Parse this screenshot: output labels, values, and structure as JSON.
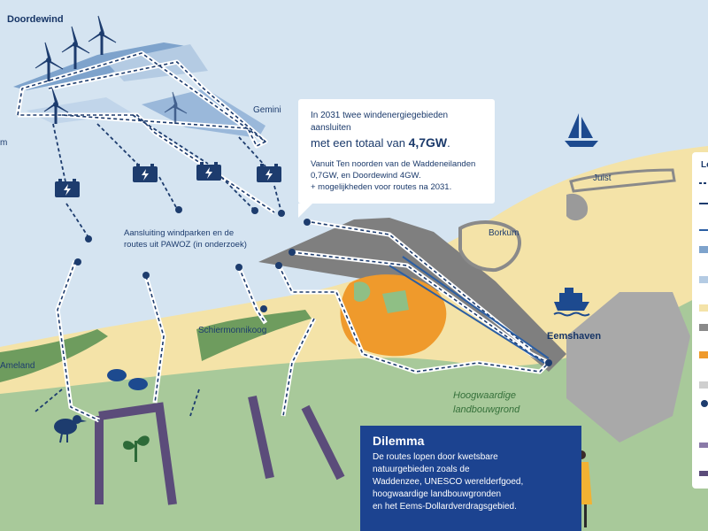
{
  "labels": {
    "doordewind": "Doordewind",
    "gemini": "Gemini",
    "left_edge": "m",
    "juist": "Juist",
    "borkum": "Borkum",
    "eemshaven": "Eemshaven",
    "schiermonnikoog": "Schiermonnikoog",
    "ameland": "Ameland",
    "hoogwaardige": "Hoogwaardige",
    "landbouwgrond": "landbouwgrond",
    "aansluiting_line1": "Aansluiting windparken en de",
    "aansluiting_line2": "routes uit PAWOZ (in onderzoek)"
  },
  "info_box": {
    "line1": "In 2031 twee windenergiegebieden aansluiten",
    "line2_prefix": "met een totaal van ",
    "line2_value": "4,7GW",
    "line2_suffix": ".",
    "line3": "Vanuit Ten noorden van de Waddeneilanden",
    "line4": "0,7GW, en Doordewind 4GW.",
    "line5": "+ mogelijkheden voor routes na 2031."
  },
  "dilemma": {
    "title": "Dilemma",
    "line1": "De routes lopen door kwetsbare",
    "line2": "natuurgebieden zoals de",
    "line3": "Waddenzee, UNESCO werelderfgoed,",
    "line4": "hoogwaardige landbouwgronden",
    "line5": "en het Eems-Dollardverdragsgebied."
  },
  "legend": {
    "title_fragment": "Le"
  },
  "colors": {
    "sea": "#d5e4f1",
    "sand": "#f4e3a8",
    "land": "#a8c99a",
    "wadden_island": "#6e9c5e",
    "industrial": "#8a8a8a",
    "orange_area": "#ef9a2c",
    "route_purple": "#5b4c7a",
    "navy": "#1d3c6e",
    "dilemma_bg": "#1c4390"
  },
  "icons": [
    "wind-turbine-icon",
    "battery-station-icon",
    "sailboat-icon",
    "ferry-icon",
    "bird-icon",
    "seedling-icon",
    "seal-icon",
    "person-icon"
  ]
}
